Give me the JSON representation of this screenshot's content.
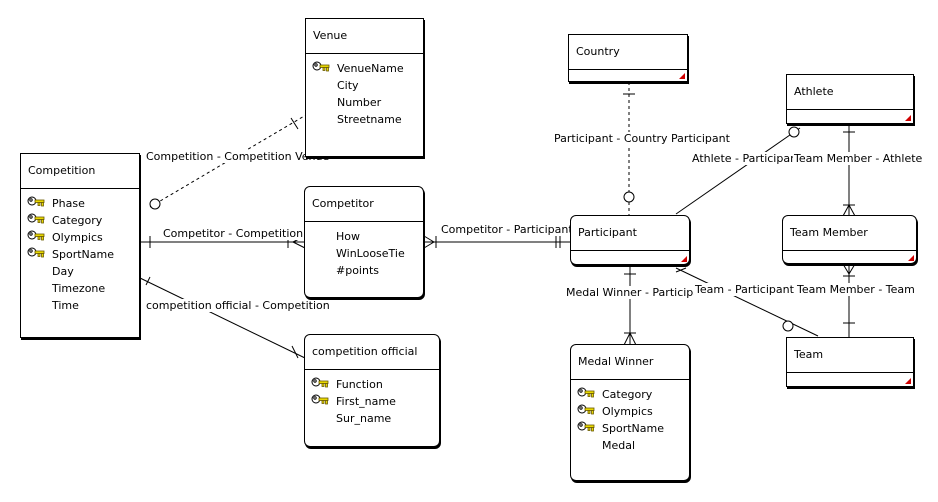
{
  "entities": {
    "venue": {
      "title": "Venue",
      "attributes": [
        {
          "name": "VenueName",
          "key": true
        },
        {
          "name": "City",
          "key": false
        },
        {
          "name": "Number",
          "key": false
        },
        {
          "name": "Streetname",
          "key": false
        }
      ]
    },
    "competition": {
      "title": "Competition",
      "attributes": [
        {
          "name": "Phase",
          "key": true
        },
        {
          "name": "Category",
          "key": true
        },
        {
          "name": "Olympics",
          "key": true
        },
        {
          "name": "SportName",
          "key": true
        },
        {
          "name": "Day",
          "key": false
        },
        {
          "name": "Timezone",
          "key": false
        },
        {
          "name": "Time",
          "key": false
        }
      ]
    },
    "competitor": {
      "title": "Competitor",
      "attributes": [
        {
          "name": "How",
          "key": false
        },
        {
          "name": "WinLooseTie",
          "key": false
        },
        {
          "name": "#points",
          "key": false
        }
      ]
    },
    "official": {
      "title": "competition official",
      "attributes": [
        {
          "name": "Function",
          "key": true
        },
        {
          "name": "First_name",
          "key": true
        },
        {
          "name": "Sur_name",
          "key": false
        }
      ]
    },
    "country": {
      "title": "Country",
      "attributes": []
    },
    "participant": {
      "title": "Participant",
      "attributes": []
    },
    "medal": {
      "title": "Medal Winner",
      "attributes": [
        {
          "name": "Category",
          "key": true
        },
        {
          "name": "Olympics",
          "key": true
        },
        {
          "name": "SportName",
          "key": true
        },
        {
          "name": "Medal",
          "key": false
        }
      ]
    },
    "athlete": {
      "title": "Athlete",
      "attributes": []
    },
    "teammember": {
      "title": "Team Member",
      "attributes": []
    },
    "team": {
      "title": "Team",
      "attributes": []
    }
  },
  "relationships": {
    "comp_venue": "Competition - Competition Venue",
    "comp_competitor": "Competitor - Competition",
    "comp_official": "competition official - Competition",
    "competitor_participant": "Competitor - Participant",
    "country_participant": "Participant - Country Participant",
    "athlete_participant": "Athlete - Participant",
    "teammember_athlete": "Team Member - Athlete",
    "medal_participant": "Medal Winner - Participant",
    "team_participant": "Team - Participant",
    "teammember_team": "Team Member - Team"
  },
  "colors": {
    "key_icon": "#e8d800",
    "corner_mark": "#d00000"
  }
}
